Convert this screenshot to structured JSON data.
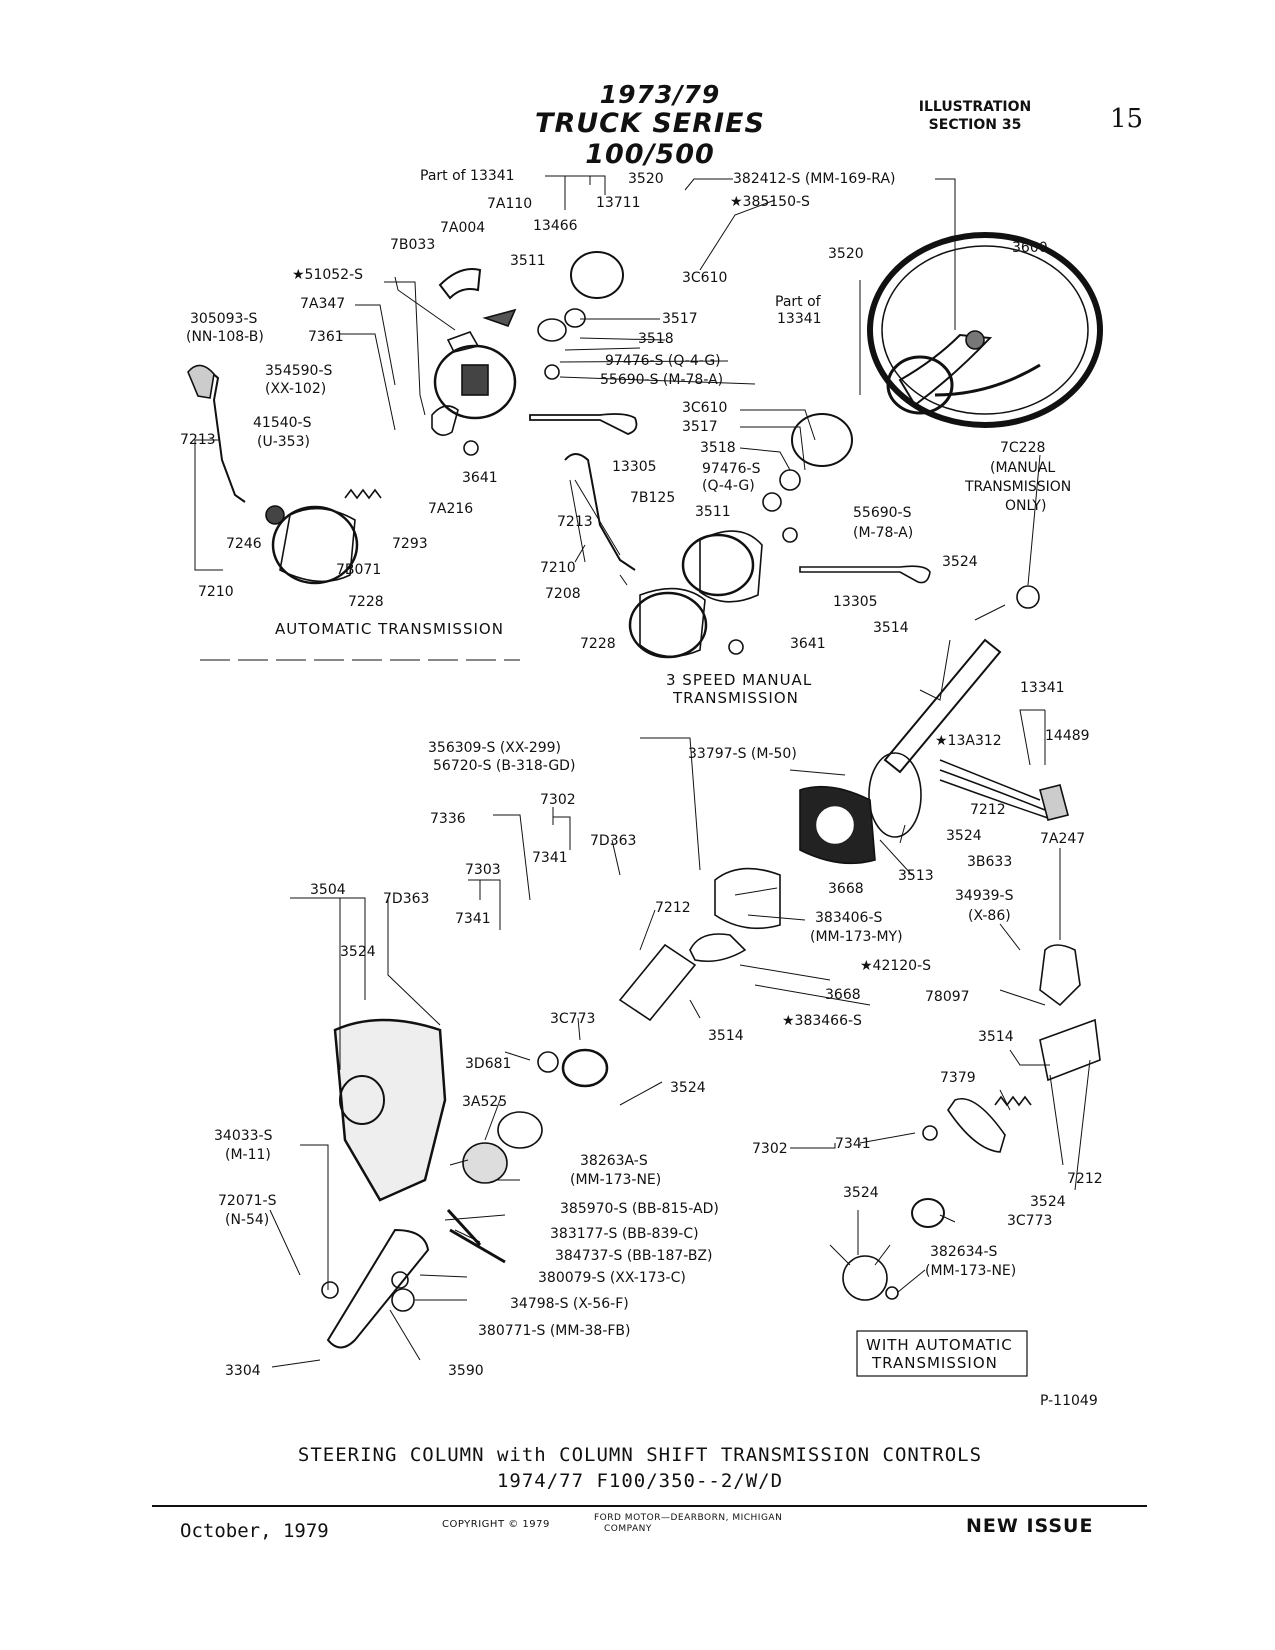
{
  "header": {
    "years": "1973/79",
    "series": "TRUCK SERIES 100/500",
    "illustration_line1": "ILLUSTRATION",
    "illustration_line2": "SECTION 35",
    "page_number": "15"
  },
  "section_labels": {
    "automatic": "AUTOMATIC TRANSMISSION",
    "manual_line1": "3 SPEED MANUAL",
    "manual_line2": "TRANSMISSION",
    "with_auto_line1": "WITH AUTOMATIC",
    "with_auto_line2": "TRANSMISSION"
  },
  "part_labels": [
    "Part of 13341",
    "3520",
    "382412-S (MM-169-RA)",
    "7A110",
    "13711",
    "★385150-S",
    "7A004",
    "13466",
    "7B033",
    "3511",
    "★51052-S",
    "3C610",
    "7A347",
    "305093-S",
    "(NN-108-B)",
    "7361",
    "3517",
    "3518",
    "97476-S (Q-4-G)",
    "354590-S",
    "(XX-102)",
    "55690-S (M-78-A)",
    "7213",
    "41540-S",
    "(U-353)",
    "3641",
    "13305",
    "7A216",
    "7246",
    "7293",
    "7B071",
    "7210",
    "7228",
    "3520",
    "3600",
    "Part of",
    "13341",
    "3C610",
    "3517",
    "3518",
    "97476-S",
    "(Q-4-G)",
    "3511",
    "7C228",
    "(MANUAL",
    "TRANSMISSION",
    "ONLY)",
    "55690-S",
    "(M-78-A)",
    "7B125",
    "7213",
    "7210",
    "7208",
    "13305",
    "3524",
    "7228",
    "3641",
    "3514",
    "13341",
    "14489",
    "★13A312",
    "356309-S (XX-299)",
    "56720-S (B-318-GD)",
    "33797-S (M-50)",
    "7302",
    "7336",
    "7D363",
    "7341",
    "7303",
    "3504",
    "7D363",
    "7341",
    "3524",
    "7212",
    "3668",
    "383406-S",
    "(MM-173-MY)",
    "3668",
    "★383466-S",
    "3514",
    "3C773",
    "3D681",
    "3524",
    "3A525",
    "7212",
    "3524",
    "3B633",
    "3513",
    "7A247",
    "34939-S",
    "(X-86)",
    "★42120-S",
    "78097",
    "3514",
    "7379",
    "7302",
    "7341",
    "7212",
    "3524",
    "34033-S",
    "(M-11)",
    "38263A-S",
    "(MM-173-NE)",
    "385970-S (BB-815-AD)",
    "72071-S",
    "(N-54)",
    "383177-S (BB-839-C)",
    "384737-S (BB-187-BZ)",
    "380079-S (XX-173-C)",
    "34798-S (X-56-F)",
    "380771-S (MM-38-FB)",
    "3304",
    "3590",
    "3524",
    "3C773",
    "382634-S",
    "(MM-173-NE)",
    "P-11049"
  ],
  "caption": {
    "line1": "STEERING COLUMN with COLUMN SHIFT TRANSMISSION CONTROLS",
    "line2": "1974/77  F100/350--2/W/D"
  },
  "footer": {
    "date": "October, 1979",
    "copyright": "COPYRIGHT © 1979",
    "company_line1": "FORD MOTOR—DEARBORN, MICHIGAN",
    "company_line2": "COMPANY",
    "status": "NEW ISSUE"
  }
}
